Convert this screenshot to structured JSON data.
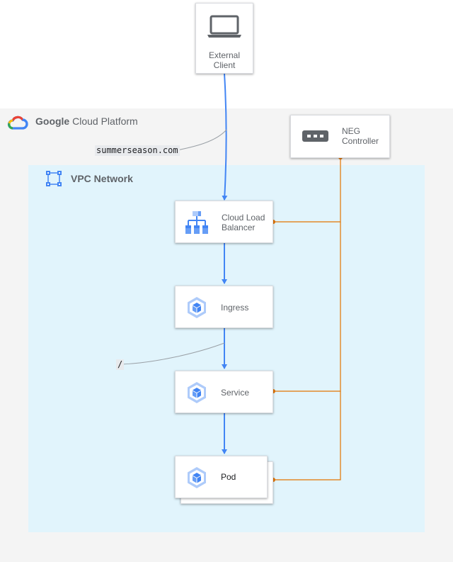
{
  "zones": {
    "gcp": {
      "brand": "Google",
      "product": "Cloud Platform"
    },
    "vpc": {
      "label": "VPC Network"
    }
  },
  "nodes": {
    "external_client": {
      "label": "External\nClient",
      "icon": "laptop-icon"
    },
    "neg_controller": {
      "label": "NEG\nController",
      "icon": "neg-controller-icon"
    },
    "load_balancer": {
      "label": "Cloud Load\nBalancer",
      "icon": "load-balancer-icon"
    },
    "ingress": {
      "label": "Ingress",
      "icon": "gke-icon"
    },
    "service": {
      "label": "Service",
      "icon": "gke-icon"
    },
    "pod": {
      "label": "Pod",
      "icon": "gke-icon"
    }
  },
  "edge_labels": {
    "host": "summerseason.com",
    "path": "/"
  },
  "colors": {
    "flow": "#4285f4",
    "neg_link": "#e37400",
    "gcp_background": "#f4f4f4",
    "vpc_background": "#e1f4fc",
    "icon_blue": "#4285f4"
  }
}
